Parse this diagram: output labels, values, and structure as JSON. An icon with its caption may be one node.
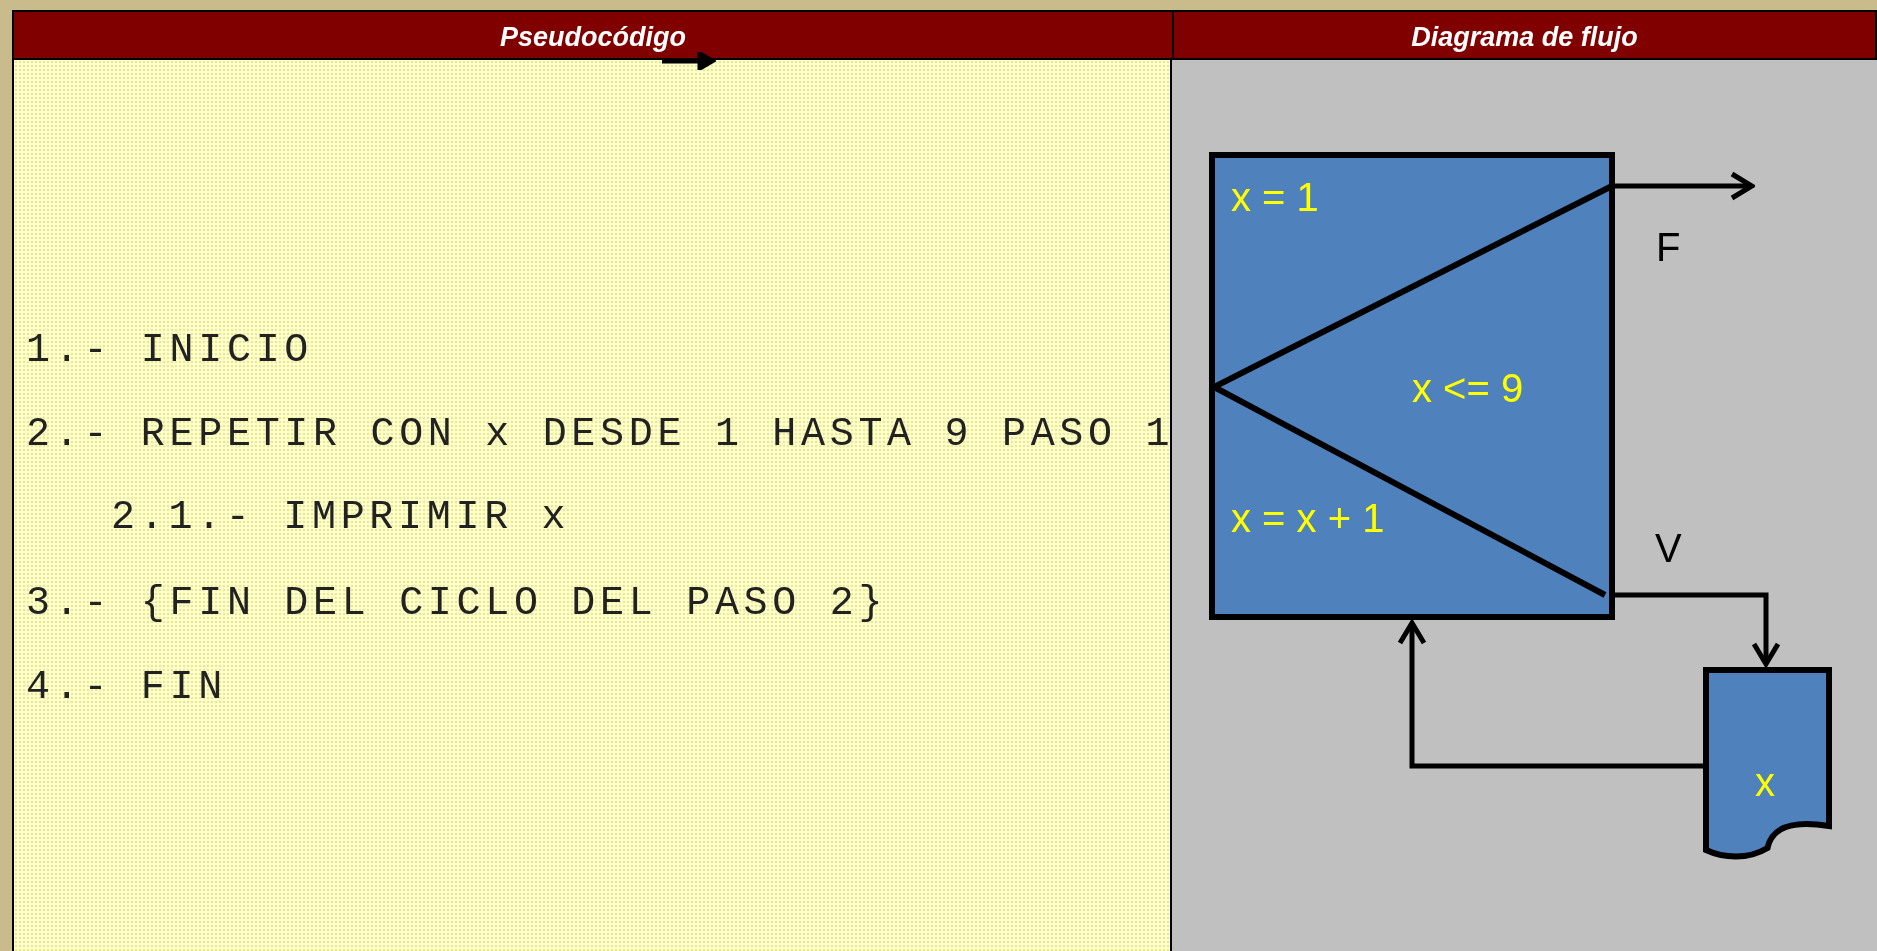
{
  "diagram": {
    "nodes": [
      {
        "text": [
          "x = 1",
          "x <= 9",
          "x = x + 1"
        ]
      },
      {
        "text": [
          "x"
        ]
      }
    ],
    "edges": [
      {
        "from": 0,
        "to": null,
        "arrow": "to",
        "label": "F"
      },
      {
        "from": 0,
        "to": 1,
        "arrow": "to",
        "label": "V"
      },
      {
        "from": 1,
        "to": 0,
        "arrow": "to"
      }
    ],
    "labels": [
      "Pseudocódigo",
      "Diagrama de flujo",
      "1.- INICIO",
      "2.- REPETIR CON x DESDE 1 HASTA 9 PASO 1",
      "2.1.- IMPRIMIR x",
      "3.- {FIN DEL CICLO DEL PASO 2}",
      "4.- FIN"
    ]
  }
}
